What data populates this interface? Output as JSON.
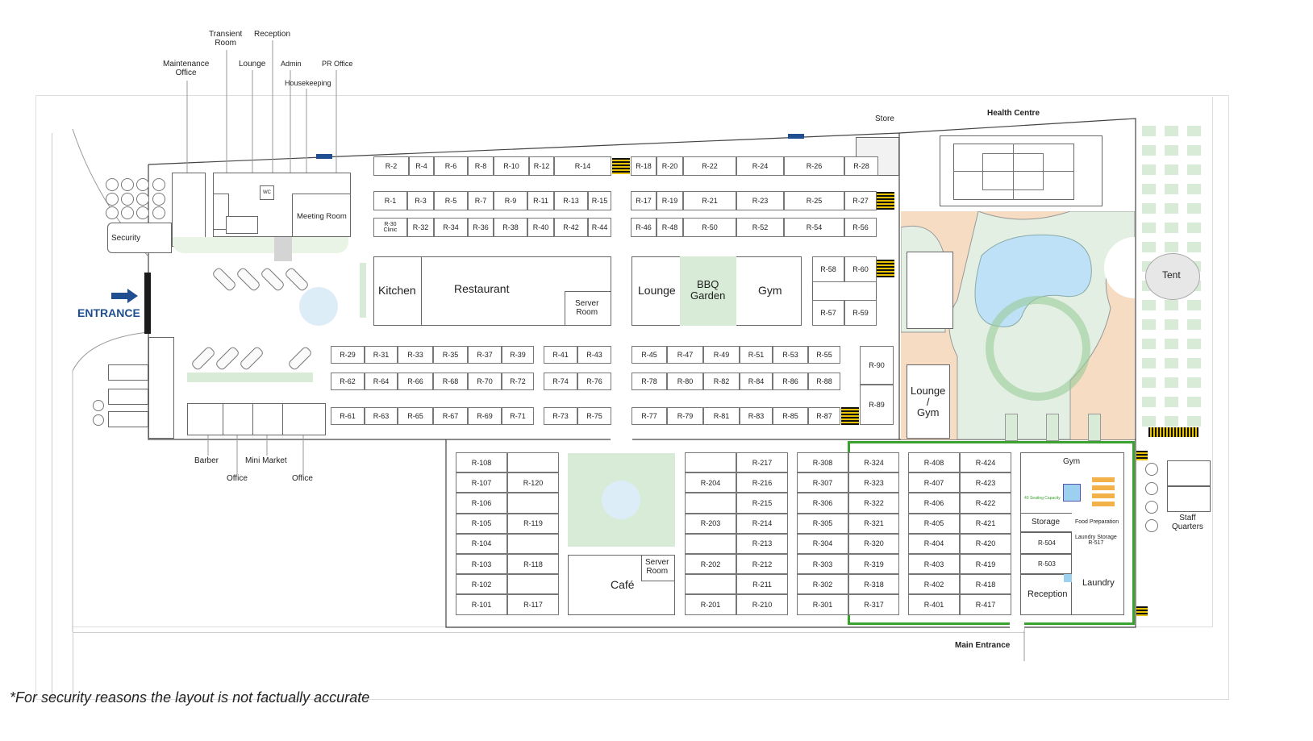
{
  "labels": {
    "transient_room": "Transient\nRoom",
    "reception_top": "Reception",
    "maintenance_office": "Maintenance\nOffice",
    "lounge_top": "Lounge",
    "admin": "Admin",
    "pr_office": "PR Office",
    "housekeeping": "Housekeeping",
    "meeting_room": "Meeting Room",
    "security": "Security",
    "entrance": "ENTRANCE",
    "kitchen": "Kitchen",
    "restaurant": "Restaurant",
    "server_room_1": "Server\nRoom",
    "lounge_mid": "Lounge",
    "bbq_garden": "BBQ\nGarden",
    "gym_mid": "Gym",
    "store": "Store",
    "health_centre": "Health Centre",
    "tent": "Tent",
    "lounge_gym": "Lounge\n/\nGym",
    "barber": "Barber",
    "mini_market": "Mini Market",
    "office_1": "Office",
    "office_2": "Office",
    "server_room_2": "Server\nRoom",
    "cafe": "Café",
    "gym_south": "Gym",
    "seating": "40 Seating Capacity",
    "storage": "Storage",
    "food_prep": "Food Preparation",
    "laundry_storage": "Laundry Storage\nR-517",
    "r504": "R-504",
    "r503": "R-503",
    "laundry": "Laundry",
    "reception_south": "Reception",
    "staff_quarters": "Staff\nQuarters",
    "main_entrance": "Main Entrance",
    "wc": "WC",
    "disclaimer": "*For security reasons the layout is not factually accurate"
  },
  "rooms_north_top": [
    "R-2",
    "R-4",
    "R-6",
    "R-8",
    "R-10",
    "R-12",
    "R-14",
    "R-18",
    "R-20",
    "R-22",
    "R-24",
    "R-26",
    "R-28"
  ],
  "rooms_north_mid": [
    "R-1",
    "R-3",
    "R-5",
    "R-7",
    "R-9",
    "R-11",
    "R-13",
    "R-15",
    "R-17",
    "R-19",
    "R-21",
    "R-23",
    "R-25",
    "R-27"
  ],
  "rooms_north_low": [
    "R-30\nClinic",
    "R-32",
    "R-34",
    "R-36",
    "R-38",
    "R-40",
    "R-42",
    "R-44",
    "R-46",
    "R-48",
    "R-50",
    "R-52",
    "R-54",
    "R-56"
  ],
  "rooms_east_small": [
    "R-58",
    "R-60",
    "R-57",
    "R-59"
  ],
  "rooms_row_a": [
    "R-29",
    "R-31",
    "R-33",
    "R-35",
    "R-37",
    "R-39",
    "R-41",
    "R-43",
    "R-45",
    "R-47",
    "R-49",
    "R-51",
    "R-53",
    "R-55"
  ],
  "rooms_row_b": [
    "R-62",
    "R-64",
    "R-66",
    "R-68",
    "R-70",
    "R-72",
    "R-74",
    "R-76",
    "R-78",
    "R-80",
    "R-82",
    "R-84",
    "R-86",
    "R-88"
  ],
  "rooms_row_c": [
    "R-61",
    "R-63",
    "R-65",
    "R-67",
    "R-69",
    "R-71",
    "R-73",
    "R-75",
    "R-77",
    "R-79",
    "R-81",
    "R-83",
    "R-85",
    "R-87"
  ],
  "rooms_r90_89": [
    "R-90",
    "R-89"
  ],
  "block_100_left": [
    "R-108",
    "R-107",
    "R-106",
    "R-105",
    "R-104",
    "R-103",
    "R-102",
    "R-101"
  ],
  "block_100_right": [
    "",
    "R-120",
    "",
    "R-119",
    "",
    "R-118",
    "",
    "R-117"
  ],
  "block_200_left": [
    "",
    "R-204",
    "",
    "R-203",
    "",
    "R-202",
    "",
    "R-201"
  ],
  "block_200_right": [
    "R-217",
    "R-216",
    "R-215",
    "R-214",
    "R-213",
    "R-212",
    "R-211",
    "R-210"
  ],
  "block_300_left": [
    "R-308",
    "R-307",
    "R-306",
    "R-305",
    "R-304",
    "R-303",
    "R-302",
    "R-301"
  ],
  "block_300_right": [
    "R-324",
    "R-323",
    "R-322",
    "R-321",
    "R-320",
    "R-319",
    "R-318",
    "R-317"
  ],
  "block_400_left": [
    "R-408",
    "R-407",
    "R-406",
    "R-405",
    "R-404",
    "R-403",
    "R-402",
    "R-401"
  ],
  "block_400_right": [
    "R-424",
    "R-423",
    "R-422",
    "R-421",
    "R-420",
    "R-419",
    "R-418",
    "R-417"
  ],
  "colors": {
    "highlight": "#3aa32f",
    "entrance_blue": "#1a4a8a",
    "garden": "#d7ebd7",
    "pool": "#bfe1f7",
    "deck": "#f6dcc3"
  }
}
